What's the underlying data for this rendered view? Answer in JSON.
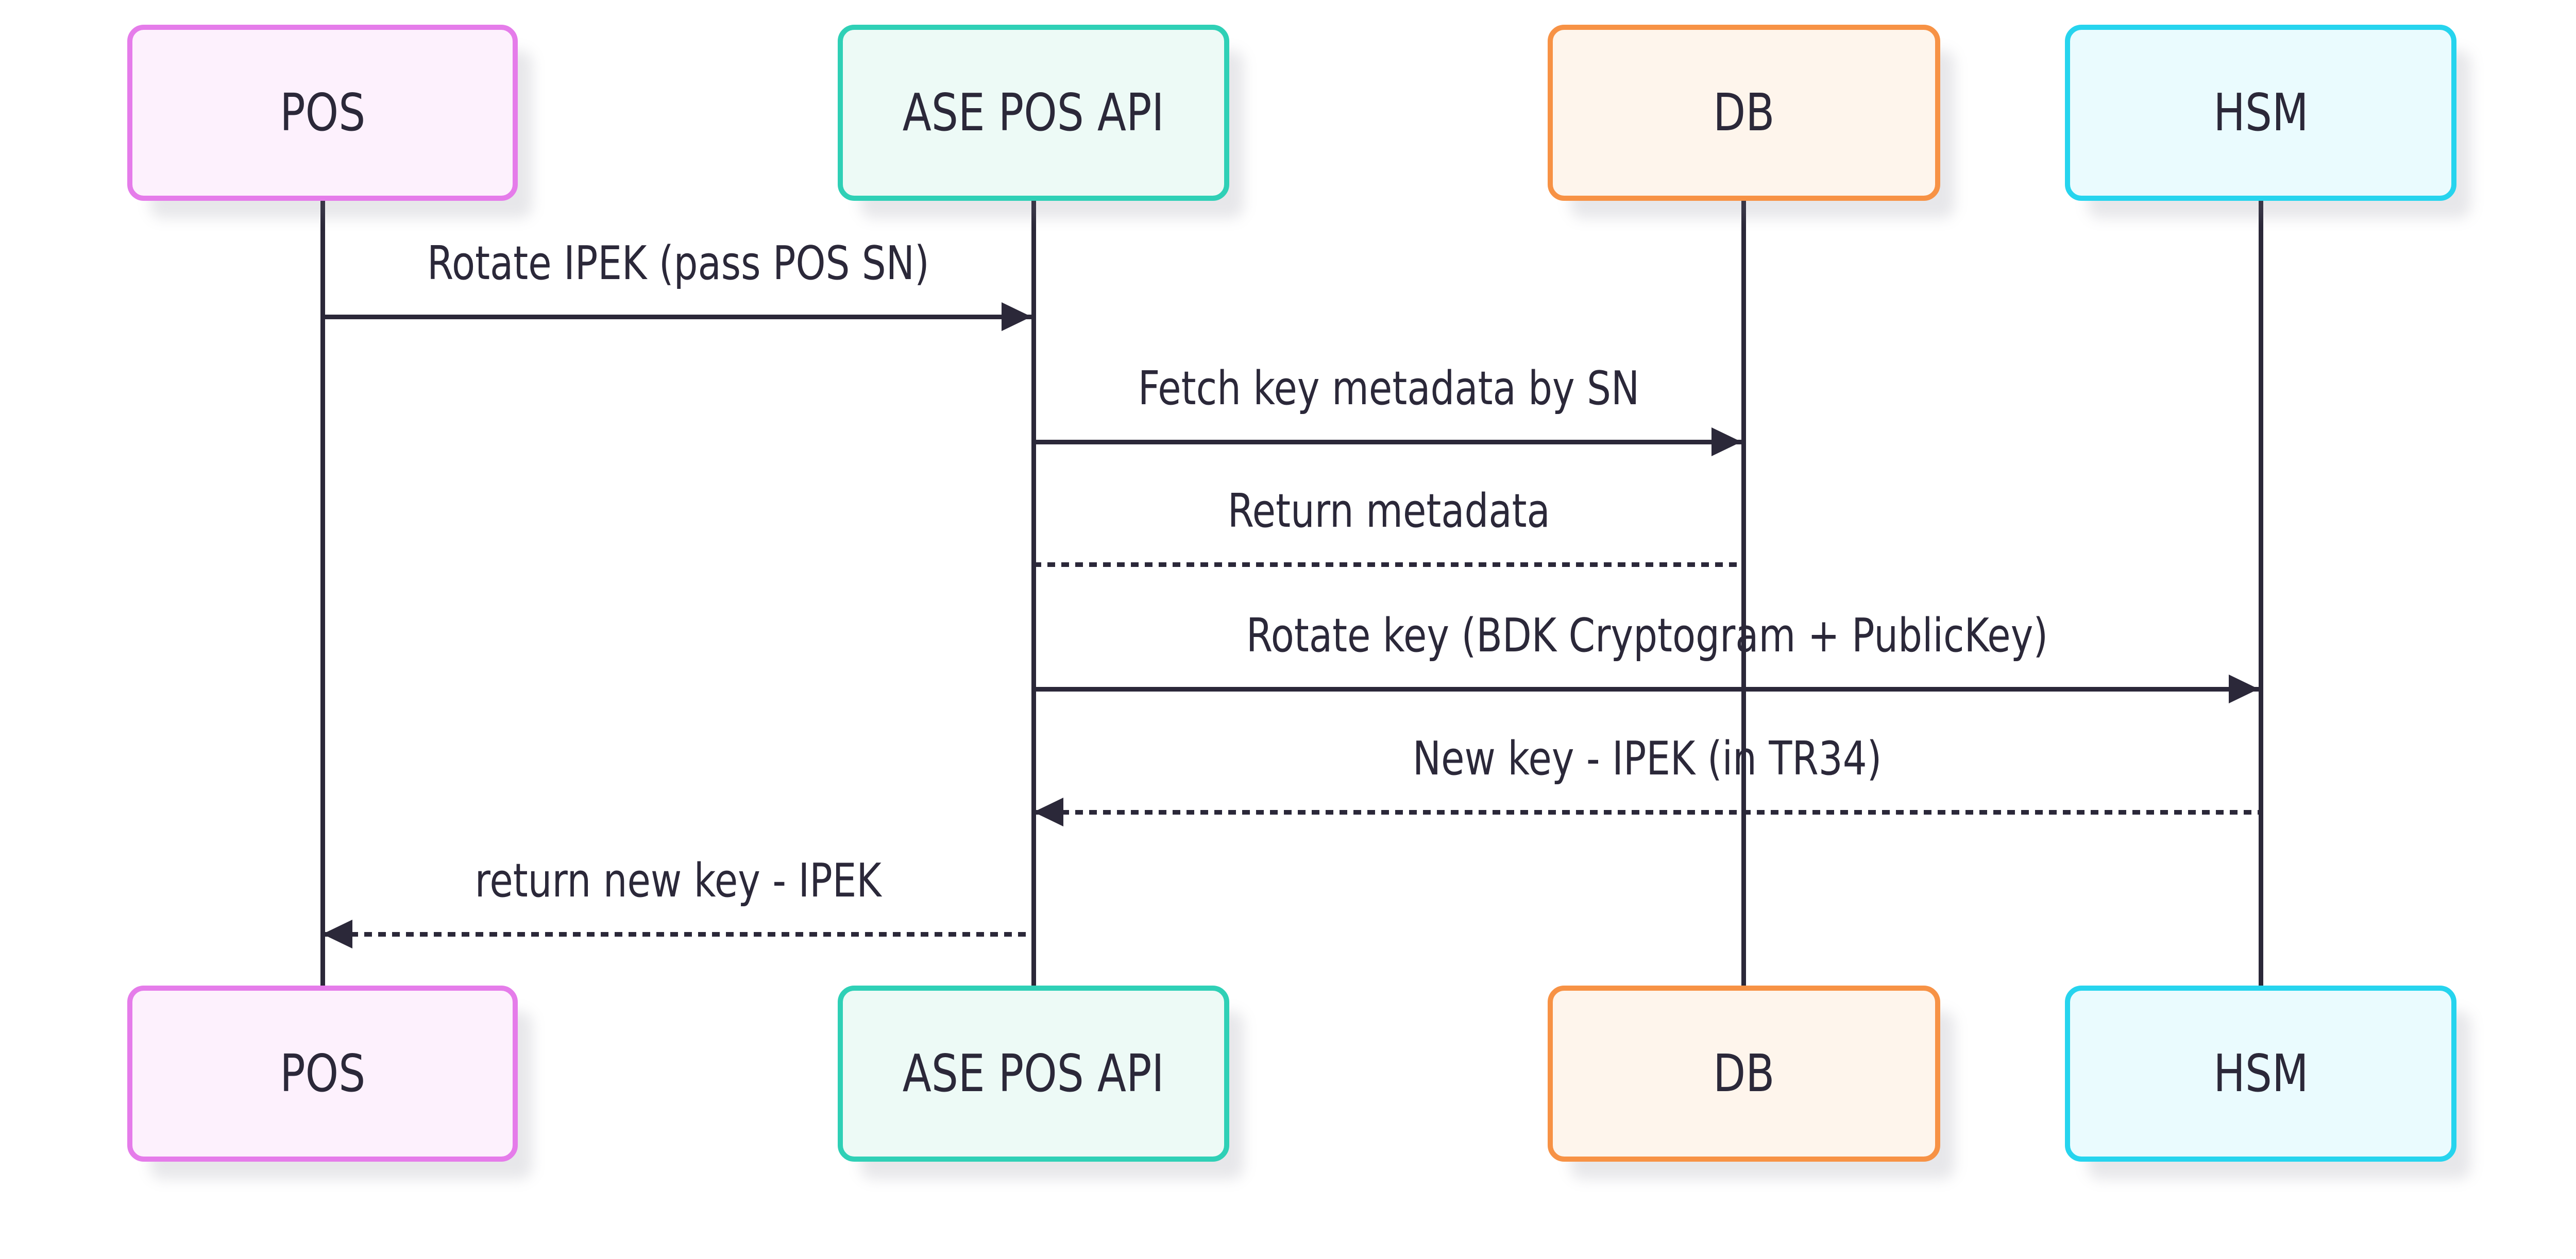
{
  "diagram": {
    "kind": "sequence-diagram",
    "background_color": "#ffffff",
    "ink_color": "#2b2839",
    "shadow_color": "rgba(120,120,140,0.18)"
  },
  "actors": [
    {
      "id": "pos",
      "label": "POS",
      "border_color": "#e57cea",
      "fill_color": "#fdf1fd"
    },
    {
      "id": "ase-pos-api",
      "label": "ASE POS API",
      "border_color": "#2fd0b6",
      "fill_color": "#edfaf6"
    },
    {
      "id": "db",
      "label": "DB",
      "border_color": "#f79245",
      "fill_color": "#fef5ec"
    },
    {
      "id": "hsm",
      "label": "HSM",
      "border_color": "#26d4ee",
      "fill_color": "#eafbfe"
    }
  ],
  "messages": [
    {
      "from": "POS",
      "to": "ASE POS API",
      "text": "Rotate IPEK (pass POS SN)",
      "line_style": "solid",
      "arrow": "filled-right"
    },
    {
      "from": "ASE POS API",
      "to": "DB",
      "text": "Fetch key metadata by SN",
      "line_style": "solid",
      "arrow": "filled-right"
    },
    {
      "from": "DB",
      "to": "ASE POS API",
      "text": "Return metadata",
      "line_style": "dotted",
      "arrow": "none"
    },
    {
      "from": "ASE POS API",
      "to": "HSM",
      "text": "Rotate key (BDK Cryptogram + PublicKey)",
      "line_style": "solid",
      "arrow": "filled-right"
    },
    {
      "from": "HSM",
      "to": "ASE POS API",
      "text": "New key - IPEK (in TR34)",
      "line_style": "dotted",
      "arrow": "filled-left"
    },
    {
      "from": "ASE POS API",
      "to": "POS",
      "text": "return new key - IPEK",
      "line_style": "dotted",
      "arrow": "filled-left"
    }
  ]
}
